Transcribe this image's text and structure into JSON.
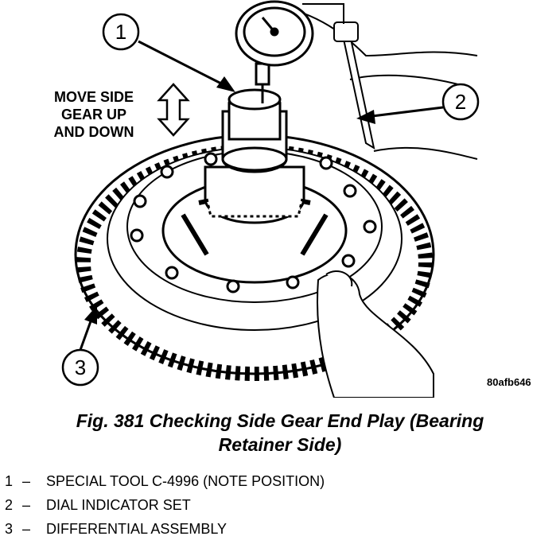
{
  "figure": {
    "motion_label_lines": [
      "MOVE SIDE",
      "GEAR UP",
      "AND DOWN"
    ],
    "callouts": [
      "1",
      "2",
      "3"
    ],
    "image_code": "80afb646"
  },
  "caption": {
    "line1": "Fig. 381 Checking Side Gear End Play (Bearing",
    "line2": "Retainer Side)"
  },
  "legend": {
    "separator": "–",
    "items": [
      {
        "num": "1",
        "text": "SPECIAL TOOL C-4996 (NOTE POSITION)"
      },
      {
        "num": "2",
        "text": "DIAL INDICATOR SET"
      },
      {
        "num": "3",
        "text": "DIFFERENTIAL ASSEMBLY"
      }
    ]
  }
}
